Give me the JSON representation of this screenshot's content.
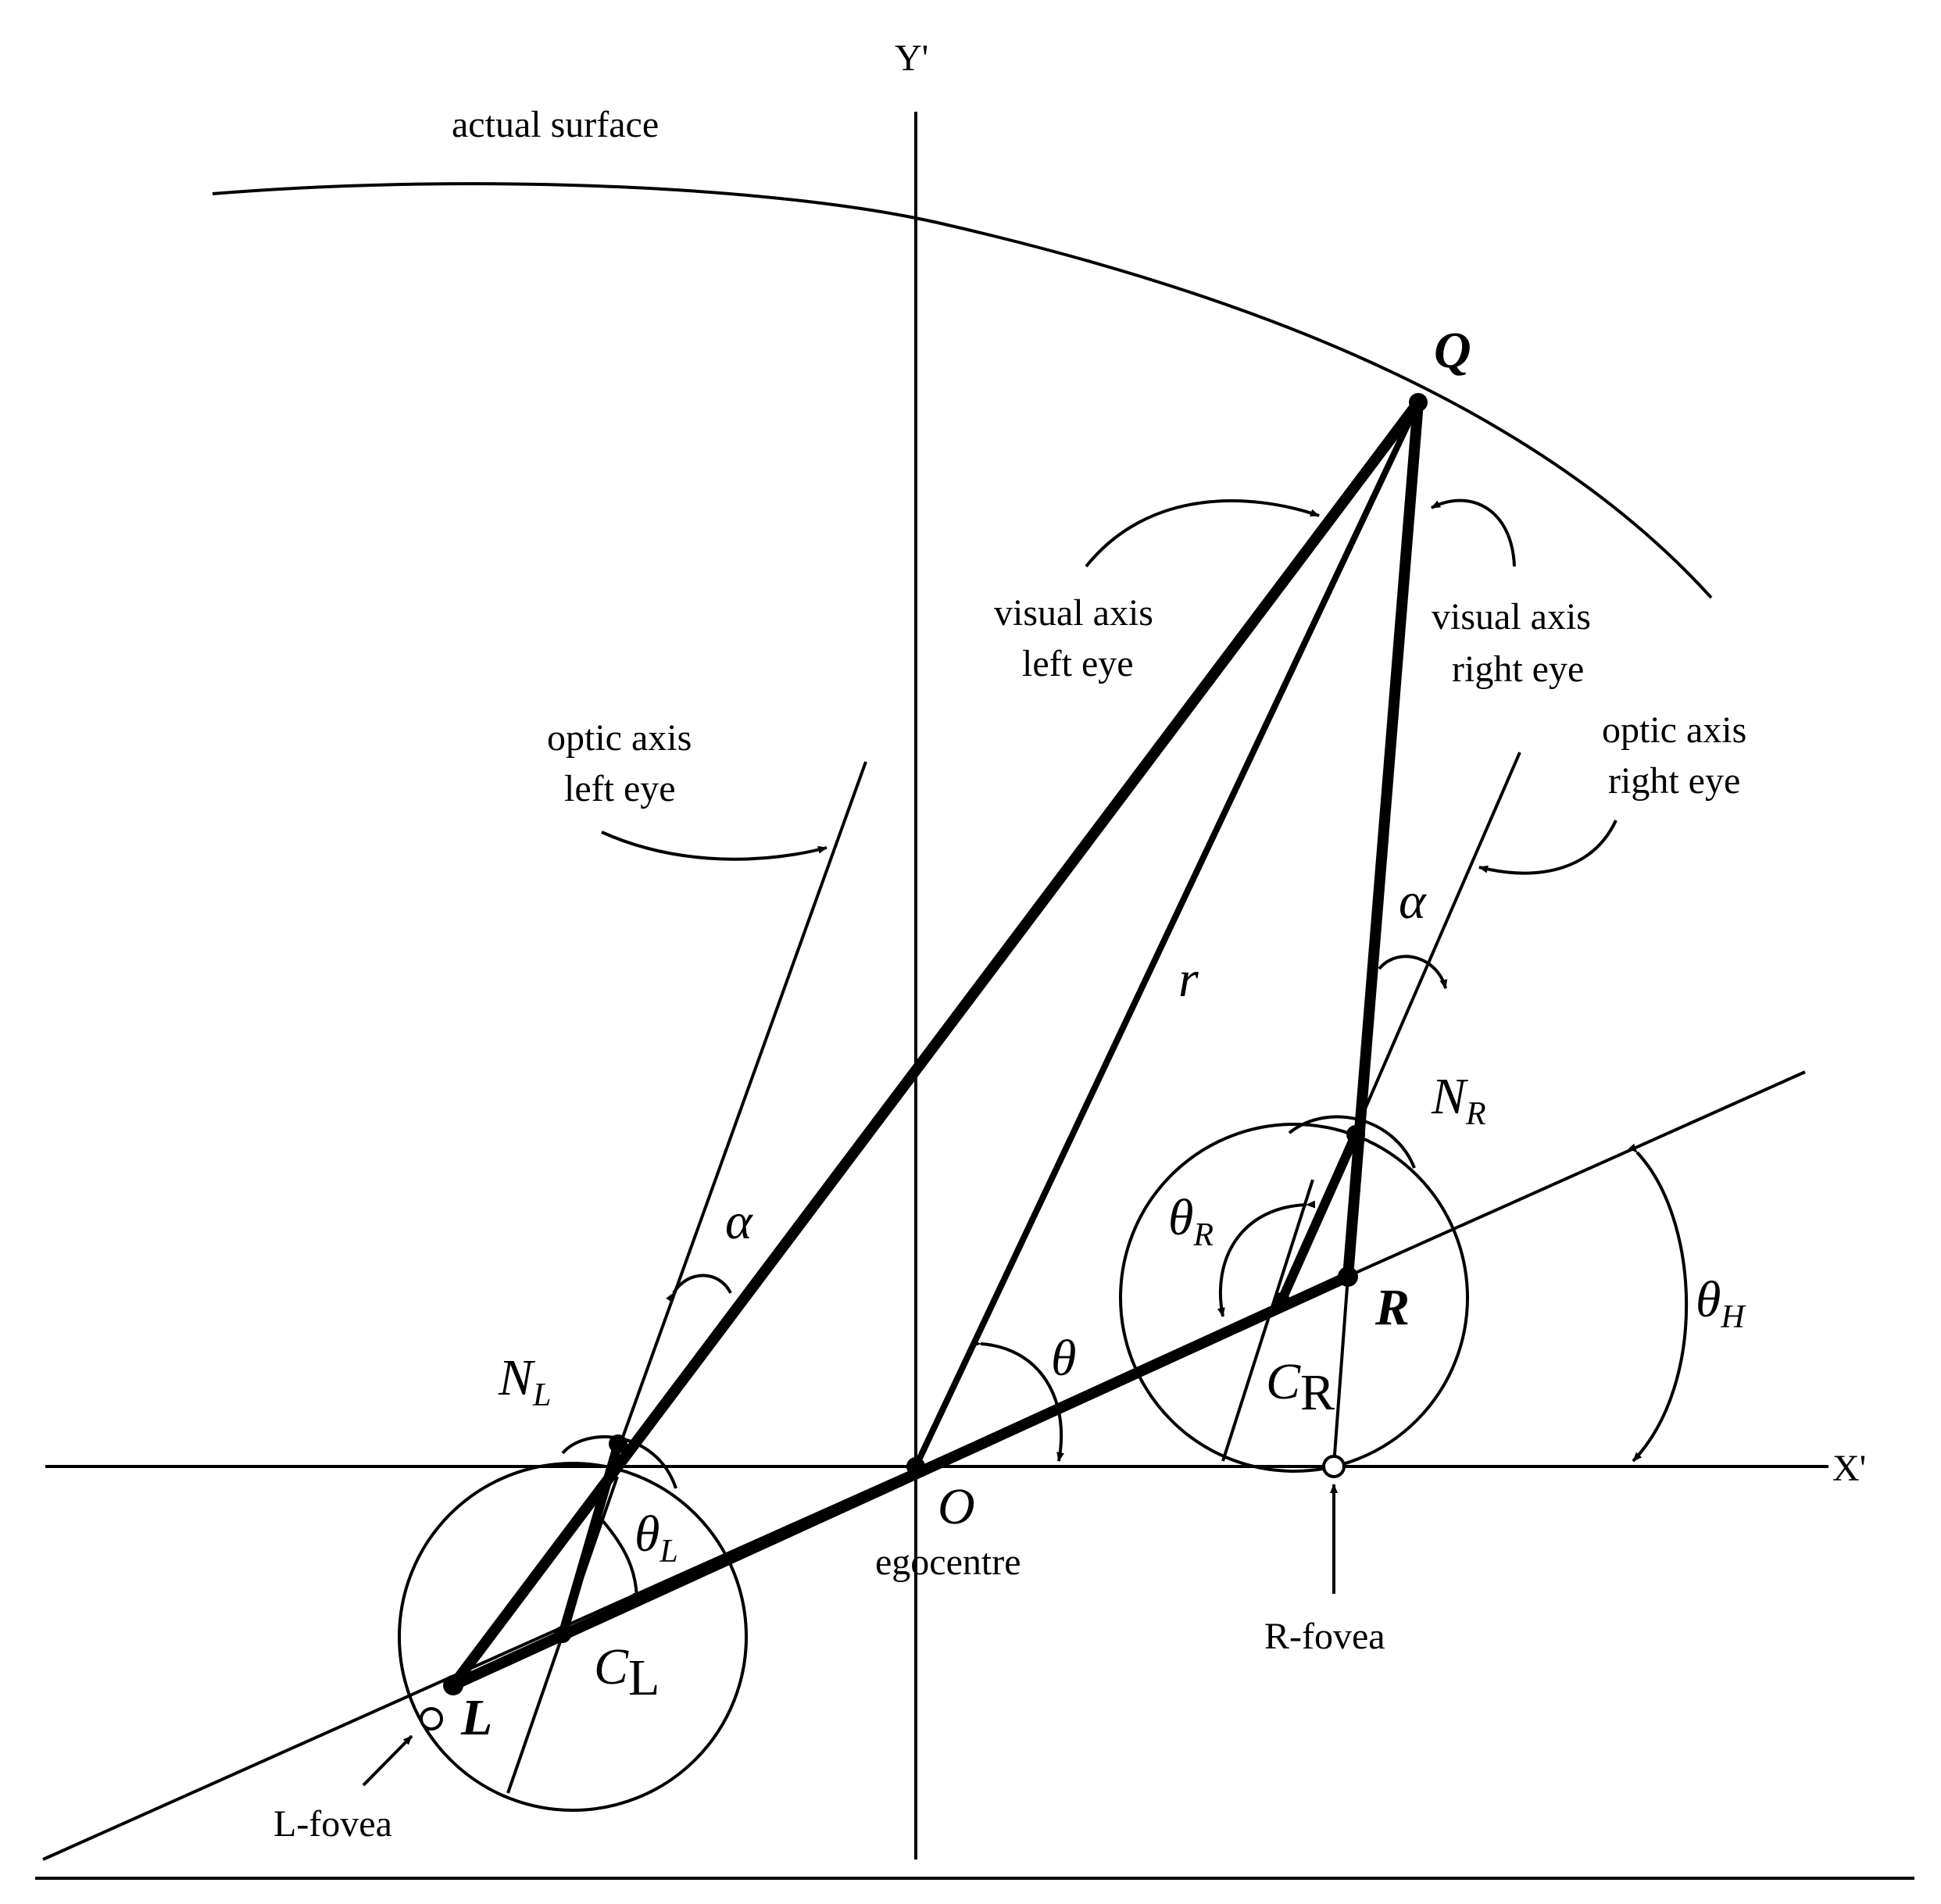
{
  "axes": {
    "y_label": "Y'",
    "x_label": "X'"
  },
  "surface_label": "actual surface",
  "points": {
    "Q": "Q",
    "L": "L",
    "R": "R",
    "O": "O",
    "NL": {
      "main": "N",
      "sub": "L"
    },
    "NR": {
      "main": "N",
      "sub": "R"
    },
    "CL": {
      "main": "C",
      "sub": "L"
    },
    "CR": {
      "main": "C",
      "sub": "R"
    }
  },
  "egocentre_label": "egocentre",
  "labels": {
    "visual_left": [
      "visual axis",
      "left eye"
    ],
    "visual_right": [
      "visual axis",
      "right eye"
    ],
    "optic_left": [
      "optic axis",
      "left eye"
    ],
    "optic_right": [
      "optic axis",
      "right eye"
    ],
    "r": "r",
    "alpha": "α",
    "theta": "θ",
    "theta_L": {
      "main": "θ",
      "sub": "L"
    },
    "theta_R": {
      "main": "θ",
      "sub": "R"
    },
    "theta_H": {
      "main": "θ",
      "sub": "H"
    },
    "l_fovea": "L-fovea",
    "r_fovea": "R-fovea"
  }
}
